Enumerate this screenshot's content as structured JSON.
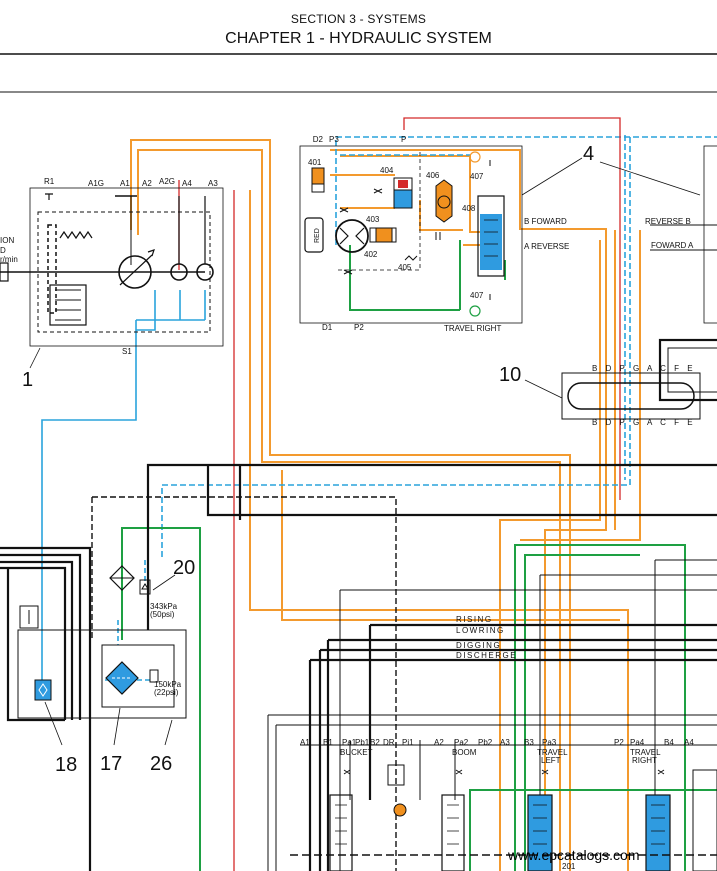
{
  "header": {
    "section": "SECTION 3 - SYSTEMS",
    "chapter": "CHAPTER 1 - HYDRAULIC SYSTEM"
  },
  "callouts": {
    "c1": "1",
    "c4": "4",
    "c10": "10",
    "c17": "17",
    "c18": "18",
    "c20": "20",
    "c26": "26"
  },
  "pump_block": {
    "r1": "R1",
    "a1g": "A1G",
    "a1": "A1",
    "a2": "A2",
    "a2g": "A2G",
    "a4": "A4",
    "a3": "A3",
    "s1": "S1",
    "left_text": [
      "ION",
      "D",
      "r/min"
    ]
  },
  "swing_block": {
    "p3": "P3",
    "d2": "D2",
    "p": "P",
    "d1": "D1",
    "p2": "P2",
    "red": "RED",
    "v401": "401",
    "v402": "402",
    "v403": "403",
    "v404": "404",
    "v405": "405",
    "v406": "406",
    "v407a": "407",
    "v407b": "407",
    "v408": "408",
    "b_forward": "B FOWARD",
    "a_reverse": "A REVERSE",
    "travel_right": "TRAVEL RIGHT"
  },
  "right_block": {
    "reverse_b": "REVERSE B",
    "forward_a": "FOWARD A"
  },
  "swivel": {
    "top_ports": "B D P G A C F E",
    "bottom_ports": "B D P G A C F E"
  },
  "pilot_lines": {
    "rising": "RISING",
    "lowring": "LOWRING",
    "digging": "DIGGING",
    "discherge": "DISCHERGE"
  },
  "filters": {
    "p343": "343kPa",
    "p343b": "(50psi)",
    "p150": "150kPa",
    "p150b": "(22psi)"
  },
  "control_valve": {
    "a1": "A1",
    "b1": "B1",
    "pa1": "Pa1",
    "pb1": "Pb1",
    "b2": "B2",
    "dr": "DR",
    "pi1": "Pi1",
    "a2": "A2",
    "pa2": "Pa2",
    "pb2": "Pb2",
    "a3": "A3",
    "b3": "B3",
    "pa3": "Pa3",
    "p2": "P2",
    "pa4": "Pa4",
    "b4": "B4",
    "a4": "A4",
    "bucket": "BUCKET",
    "boom": "BOOM",
    "travel_left_1": "TRAVEL",
    "travel_left_2": "LEFT",
    "travel_right_1": "TRAVEL",
    "travel_right_2": "RIGHT",
    "n201": "201"
  },
  "watermark": "www.epcatalogs.com",
  "colors": {
    "orange": "#f39a2e",
    "blue": "#2aa3dc",
    "green": "#1ea043",
    "red": "#d42a2a",
    "black": "#111111",
    "valve_blue": "#2f9be0",
    "valve_orange": "#f0901e"
  }
}
